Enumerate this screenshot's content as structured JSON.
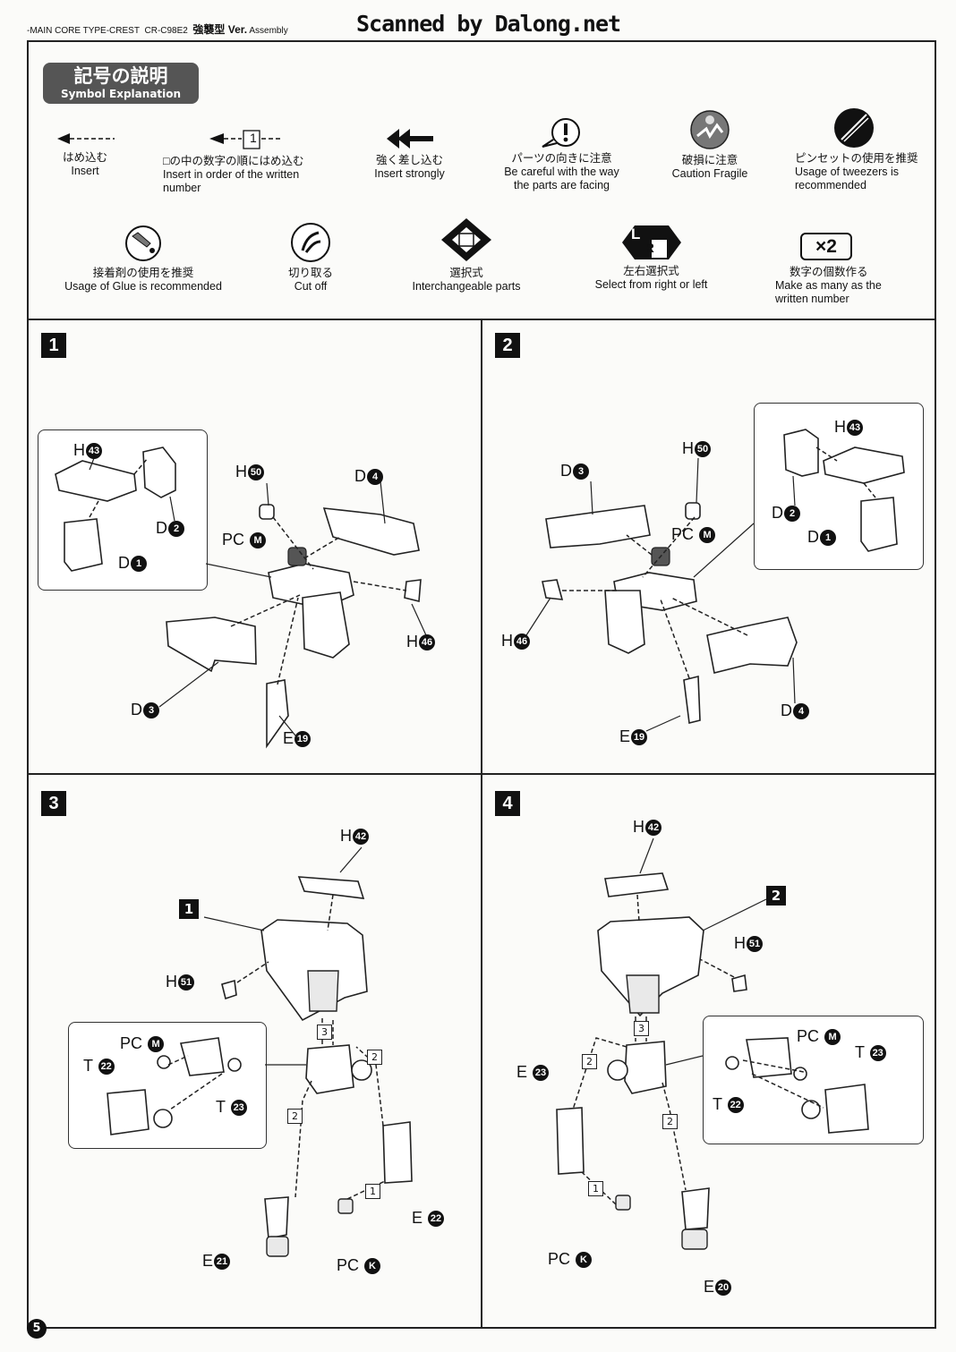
{
  "header": {
    "prefix": "-MAIN CORE TYPE-CREST",
    "model": "CR-C98E2",
    "version_label": "強襲型 Ver.",
    "section": "Assembly"
  },
  "watermark": "Scanned by Dalong.net",
  "symbols": {
    "title_jp": "記号の説明",
    "title_en": "Symbol Explanation",
    "items": [
      {
        "id": "insert",
        "jp": "はめ込む",
        "en": "Insert"
      },
      {
        "id": "insert-order",
        "jp": "□の中の数字の順にはめ込む",
        "en1": "Insert in order of the written",
        "en2": "number",
        "num": "1"
      },
      {
        "id": "insert-strongly",
        "jp": "強く差し込む",
        "en": "Insert strongly"
      },
      {
        "id": "facing",
        "jp": "パーツの向きに注意",
        "en1": "Be careful with the way",
        "en2": "the parts are facing"
      },
      {
        "id": "fragile",
        "jp": "破損に注意",
        "en": "Caution Fragile"
      },
      {
        "id": "tweezers",
        "jp": "ピンセットの使用を推奨",
        "en1": "Usage of tweezers is",
        "en2": "recommended"
      },
      {
        "id": "glue",
        "jp": "接着剤の使用を推奨",
        "en": "Usage of Glue is recommended"
      },
      {
        "id": "cut",
        "jp": "切り取る",
        "en": "Cut off"
      },
      {
        "id": "interchange",
        "jp": "選択式",
        "en": "Interchangeable parts"
      },
      {
        "id": "lr",
        "jp": "左右選択式",
        "en": "Select from right or left",
        "l": "L",
        "r": "R"
      },
      {
        "id": "times",
        "jp": "数字の個数作る",
        "en1": "Make as many as the",
        "en2": "written number",
        "badge": "×2"
      }
    ]
  },
  "steps": [
    {
      "no": "1",
      "parts": [
        [
          "H",
          "43"
        ],
        [
          "D",
          "2"
        ],
        [
          "D",
          "1"
        ],
        [
          "H",
          "50"
        ],
        [
          "D",
          "4"
        ],
        [
          "PC",
          "M"
        ],
        [
          "H",
          "46"
        ],
        [
          "D",
          "3"
        ],
        [
          "E",
          "19"
        ]
      ]
    },
    {
      "no": "2",
      "parts": [
        [
          "H",
          "50"
        ],
        [
          "H",
          "43"
        ],
        [
          "D",
          "3"
        ],
        [
          "PC",
          "M"
        ],
        [
          "D",
          "2"
        ],
        [
          "D",
          "1"
        ],
        [
          "H",
          "46"
        ],
        [
          "D",
          "4"
        ],
        [
          "E",
          "19"
        ]
      ]
    },
    {
      "no": "3",
      "ref": "1",
      "parts": [
        [
          "H",
          "42"
        ],
        [
          "H",
          "51"
        ],
        [
          "PC",
          "M"
        ],
        [
          "T",
          "22"
        ],
        [
          "T",
          "23"
        ],
        [
          "E",
          "22"
        ],
        [
          "E",
          "21"
        ],
        [
          "PC",
          "K"
        ]
      ],
      "seq": [
        "3",
        "2",
        "2",
        "1"
      ]
    },
    {
      "no": "4",
      "ref": "2",
      "parts": [
        [
          "H",
          "42"
        ],
        [
          "H",
          "51"
        ],
        [
          "PC",
          "M"
        ],
        [
          "T",
          "23"
        ],
        [
          "T",
          "22"
        ],
        [
          "E",
          "23"
        ],
        [
          "E",
          "20"
        ],
        [
          "PC",
          "K"
        ]
      ],
      "seq": [
        "3",
        "2",
        "2",
        "1"
      ]
    }
  ],
  "page_number": "5"
}
